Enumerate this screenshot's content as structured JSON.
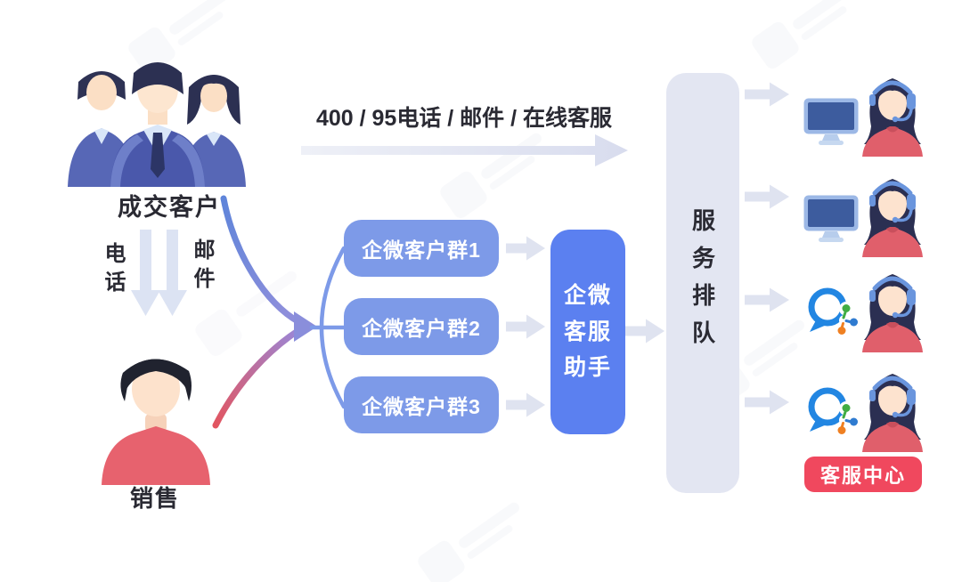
{
  "flow": {
    "customers": {
      "label": "成交客户",
      "illustration": "business-people-group"
    },
    "channel_arrow": {
      "label": "400 / 95电话 / 邮件 / 在线客服"
    },
    "down_arrows": {
      "phone_label": "电话",
      "mail_label": "邮件"
    },
    "sales": {
      "label": "销售",
      "illustration": "sales-person"
    },
    "groups": [
      {
        "label": "企微客户群1"
      },
      {
        "label": "企微客户群2"
      },
      {
        "label": "企微客户群3"
      }
    ],
    "assistant": {
      "label": "企微客服助手",
      "lines": "企微\n客服\n助手"
    },
    "queue": {
      "label": "服务排队"
    },
    "agents": [
      {
        "icon": "monitor-icon"
      },
      {
        "icon": "monitor-icon"
      },
      {
        "icon": "wecom-icon"
      },
      {
        "icon": "wecom-icon"
      }
    ],
    "service_center_badge": {
      "label": "客服中心"
    },
    "edges": [
      "成交客户 → 客服坐席 (400 / 95电话 / 邮件 / 在线客服)",
      "成交客户 → 销售 (电话 / 邮件)",
      "成交客户 + 销售 → 企微客户群1/2/3",
      "企微客户群1/2/3 → 企微客服助手",
      "企微客服助手 → 服务排队",
      "服务排队 → 4个客服坐席 (2×电脑坐席, 2×企业微信坐席)",
      "客服坐席 = 客服中心"
    ]
  },
  "colors": {
    "group_box": "#7d9ae8",
    "assistant_box": "#5b80f0",
    "queue_box": "#e3e6f2",
    "badge_red": "#f0485e",
    "arrow_light": "#dfe3f0",
    "down_arrow": "#dce3f3",
    "curve_blue": "#5f85da",
    "curve_red": "#e25560",
    "merge_arrowhead": "#8a8edb",
    "text_dark": "#2a2a33",
    "wecom_blue": "#2286e2",
    "agent_shirt_red": "#e05f6b"
  }
}
